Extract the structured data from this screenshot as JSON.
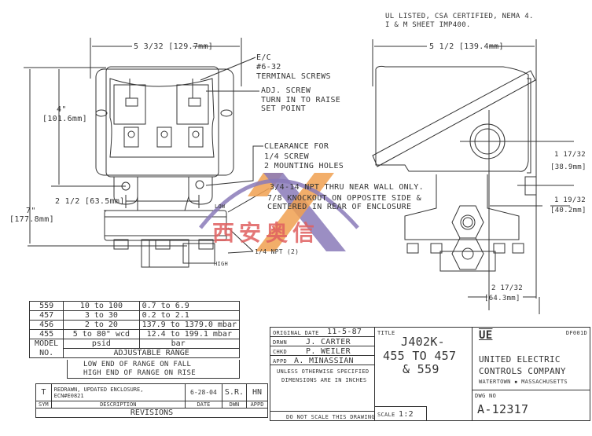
{
  "notes": {
    "certification_line1": "UL LISTED, CSA CERTIFIED, NEMA 4.",
    "certification_line2": "I & M SHEET IMP400."
  },
  "front_view": {
    "width_dim": "5 3/32 [129.7mm]",
    "height_upper_dim": "4\"",
    "height_upper_mm": "[101.6mm]",
    "height_total_dim": "7\"",
    "height_total_mm": "[177.8mm]",
    "hole_spacing_dim": "2 1/2 [63.5mm]",
    "callout_terminal": [
      "E/C",
      "#6-32",
      "TERMINAL SCREWS"
    ],
    "callout_adj": [
      "ADJ. SCREW",
      "TURN IN TO RAISE",
      "SET POINT"
    ],
    "callout_clearance": [
      "CLEARANCE FOR",
      "1/4 SCREW",
      "2 MOUNTING HOLES"
    ],
    "callout_npt": [
      "3/4-14 NPT THRU NEAR WALL ONLY.",
      "7/8 KNOCKOUT ON OPPOSITE SIDE &",
      "CENTERED IN REAR OF ENCLOSURE"
    ],
    "port_low": "LOW",
    "port_high": "HIGH",
    "port_npt": "1/4 NPT (2)"
  },
  "side_view": {
    "width_dim": "5 1/2 [139.4mm]",
    "dim_a": "1 17/32",
    "dim_a_mm": "[38.9mm]",
    "dim_b": "1 19/32",
    "dim_b_mm": "[40.2mm]",
    "dim_c": "2 17/32",
    "dim_c_mm": "[64.3mm]"
  },
  "range_table": {
    "rows": [
      {
        "model": "559",
        "psid": "10 to 100",
        "bar": "0.7 to 6.9"
      },
      {
        "model": "457",
        "psid": "3 to 30",
        "bar": "0.2 to 2.1"
      },
      {
        "model": "456",
        "psid": "2 to 20",
        "bar": "137.9 to 1379.0 mbar"
      },
      {
        "model": "455",
        "psid": "5 to 80\" wcd",
        "bar": "12.4 to 199.1 mbar"
      }
    ],
    "model_header_1": "MODEL",
    "model_header_2": "NO.",
    "psid_header": "psid",
    "bar_header": "bar",
    "range_header": "ADJUSTABLE RANGE",
    "note_1": "LOW END OF RANGE ON FALL",
    "note_2": "HIGH END OF RANGE ON RISE"
  },
  "revisions": {
    "row": {
      "sym": "T",
      "description_1": "REDRAWN, UPDATED ENCLOSURE,",
      "description_2": "ECN#E0821",
      "date": "6-28-04",
      "dwn": "S.R.",
      "appd": "HN"
    },
    "headers": {
      "sym": "SYM",
      "description": "DESCRIPTION",
      "date": "DATE",
      "dwn": "DWN",
      "appd": "APPD"
    },
    "title": "REVISIONS"
  },
  "title_block": {
    "original_date_label": "ORIGINAL DATE",
    "original_date": "11-5-87",
    "drwn_label": "DRWN",
    "drwn": "J. CARTER",
    "chkd_label": "CHKD",
    "chkd": "P. WEILER",
    "appd_label": "APPD",
    "appd": "A. MINASSIAN",
    "units_note_1": "UNLESS OTHERWISE SPECIFIED",
    "units_note_2": "DIMENSIONS ARE IN INCHES",
    "scale_note": "DO NOT SCALE THIS DRAWING",
    "title_label": "TITLE",
    "title_1": "J402K-",
    "title_2": "455 TO 457",
    "title_3": "& 559",
    "scale_label": "SCALE",
    "scale": "1:2",
    "logo": "UE",
    "doc_code": "DF001D",
    "company_1": "UNITED ELECTRIC",
    "company_2": "CONTROLS COMPANY",
    "company_location": "WATERTOWN ▪ MASSACHUSETTS",
    "dwg_no_label": "DWG NO",
    "dwg_no": "A-12317"
  },
  "watermark": {
    "text": "西安奥信",
    "colors": {
      "x": "#f0a050",
      "arc": "#8a7ab8",
      "text": "#e06060"
    }
  }
}
